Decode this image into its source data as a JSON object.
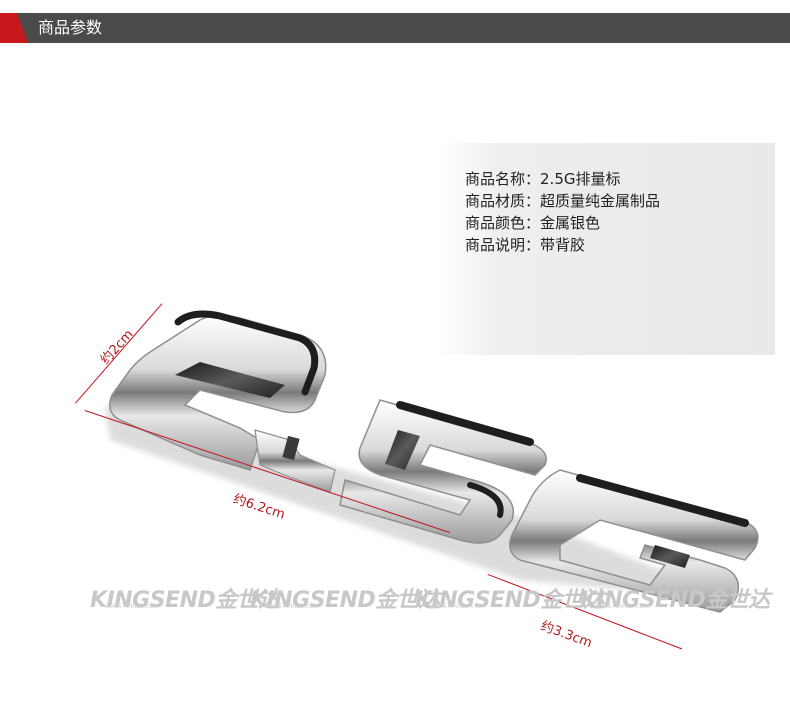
{
  "header": {
    "title": "商品参数"
  },
  "specs": [
    {
      "key": "商品名称：",
      "value": "2.5G排量标"
    },
    {
      "key": "商品材质：",
      "value": "超质量纯金属制品"
    },
    {
      "key": "商品颜色：",
      "value": "金属银色"
    },
    {
      "key": "商品说明：",
      "value": "带背胶"
    }
  ],
  "dimensions": {
    "height": "约2cm",
    "length": "约6.2cm",
    "g_width": "约3.3cm"
  },
  "product": {
    "name": "2.5G"
  },
  "watermark": {
    "brand": "KINGSEND金世达",
    "url": "SOUSTIMALL.COM"
  },
  "colors": {
    "accent": "#c8161d",
    "header_bg": "#4a4a4a",
    "dimension": "#c0171e"
  }
}
